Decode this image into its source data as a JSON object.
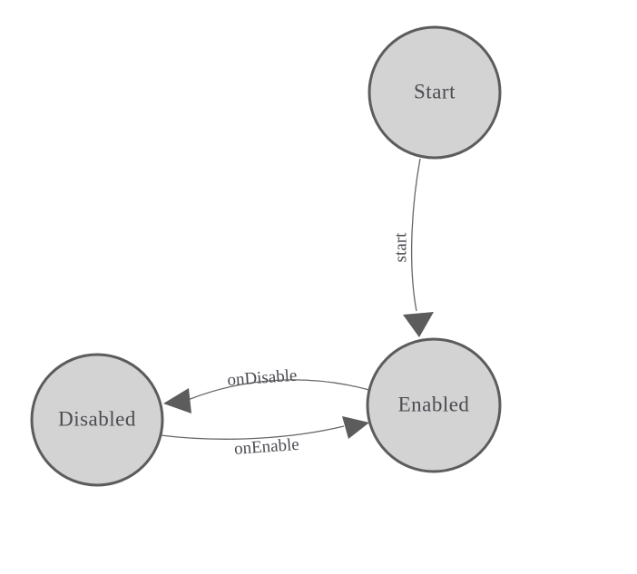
{
  "diagram": {
    "kind": "state-machine",
    "nodes": [
      {
        "id": "start",
        "label": "Start"
      },
      {
        "id": "enabled",
        "label": "Enabled"
      },
      {
        "id": "disabled",
        "label": "Disabled"
      }
    ],
    "edges": [
      {
        "id": "start-transition",
        "label": "start",
        "from": "Start",
        "to": "Enabled"
      },
      {
        "id": "disable-transition",
        "label": "onDisable",
        "from": "Enabled",
        "to": "Disabled"
      },
      {
        "id": "enable-transition",
        "label": "onEnable",
        "from": "Disabled",
        "to": "Enabled"
      }
    ],
    "colors": {
      "background": "#ffffff",
      "node_fill": "#d3d3d3",
      "node_border": "#5c5c5c",
      "edge_line": "#666666",
      "arrowhead": "#5c5c5c",
      "label_text": "#4b4b52"
    }
  }
}
